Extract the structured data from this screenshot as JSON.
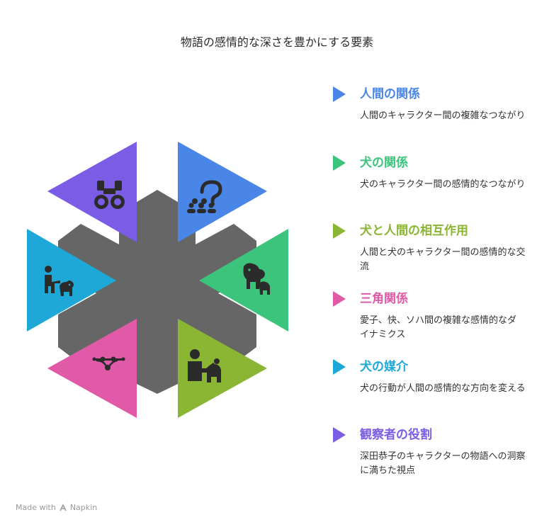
{
  "title": "物語の感情的な深さを豊かにする要素",
  "items": [
    {
      "heading": "人間の関係",
      "description": "人間のキャラクター間の複雑なつながり",
      "color": "#4a86e8",
      "icon": "question-group-icon"
    },
    {
      "heading": "犬の関係",
      "description": "犬のキャラクター間の感情的なつながり",
      "color": "#3cc47c",
      "icon": "dogs-icon"
    },
    {
      "heading": "犬と人間の相互作用",
      "description": "人間と犬のキャラクター間の感情的な交流",
      "color": "#8ab634",
      "icon": "person-dog-icon"
    },
    {
      "heading": "三角関係",
      "description": "愛子、快、ソハ間の複雑な感情的なダイナミクス",
      "color": "#e05aa8",
      "icon": "network-icon"
    },
    {
      "heading": "犬の媒介",
      "description": "犬の行動が人間の感情的な方向を変える",
      "color": "#1ea8d8",
      "icon": "walking-dog-icon"
    },
    {
      "heading": "観察者の役割",
      "description": "深田恭子のキャラクターの物語への洞察に満ちた視点",
      "color": "#7b5ce5",
      "icon": "binoculars-icon"
    }
  ],
  "hub_color": "#666666",
  "footer": {
    "label": "Made with",
    "brand": "Napkin"
  }
}
